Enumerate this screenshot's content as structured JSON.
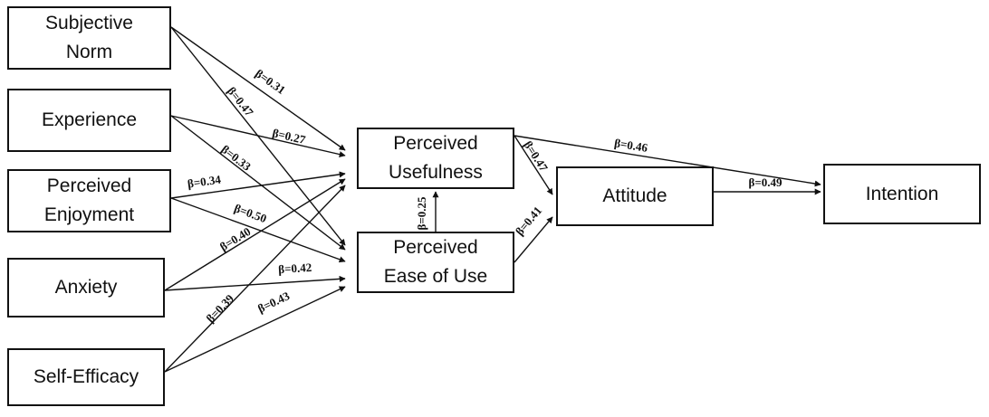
{
  "nodes": {
    "subjective_norm": "Subjective\nNorm",
    "experience": "Experience",
    "perceived_enjoyment": "Perceived\nEnjoyment",
    "anxiety": "Anxiety",
    "self_efficacy": "Self-Efficacy",
    "perceived_usefulness": "Perceived\nUsefulness",
    "perceived_ease_of_use": "Perceived\nEase of Use",
    "attitude": "Attitude",
    "intention": "Intention"
  },
  "paths": [
    {
      "from": "subjective_norm",
      "to": "perceived_usefulness",
      "label": "β=0.31"
    },
    {
      "from": "subjective_norm",
      "to": "perceived_ease_of_use",
      "label": "β=0.47"
    },
    {
      "from": "experience",
      "to": "perceived_usefulness",
      "label": "β=0.27"
    },
    {
      "from": "experience",
      "to": "perceived_ease_of_use",
      "label": "β=0.33"
    },
    {
      "from": "perceived_enjoyment",
      "to": "perceived_usefulness",
      "label": "β=0.34"
    },
    {
      "from": "perceived_enjoyment",
      "to": "perceived_ease_of_use",
      "label": "β=0.50"
    },
    {
      "from": "anxiety",
      "to": "perceived_usefulness",
      "label": "β=0.40"
    },
    {
      "from": "anxiety",
      "to": "perceived_ease_of_use",
      "label": "β=0.42"
    },
    {
      "from": "self_efficacy",
      "to": "perceived_usefulness",
      "label": "β=0.39"
    },
    {
      "from": "self_efficacy",
      "to": "perceived_ease_of_use",
      "label": "β=0.43"
    },
    {
      "from": "perceived_ease_of_use",
      "to": "perceived_usefulness",
      "label": "β=0.25"
    },
    {
      "from": "perceived_usefulness",
      "to": "attitude",
      "label": "β=0.47"
    },
    {
      "from": "perceived_ease_of_use",
      "to": "attitude",
      "label": "β=0.41"
    },
    {
      "from": "perceived_usefulness",
      "to": "intention",
      "label": "β=0.46"
    },
    {
      "from": "attitude",
      "to": "intention",
      "label": "β=0.49"
    }
  ]
}
